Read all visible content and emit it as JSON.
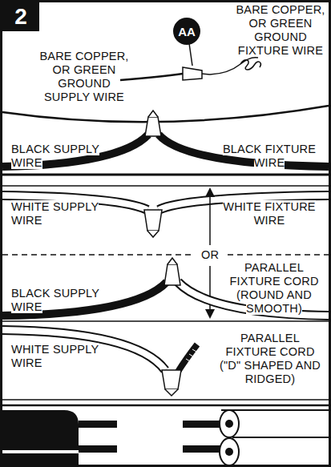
{
  "diagram": {
    "nodes": [
      {
        "text": [
          "2"
        ]
      },
      {
        "text": [
          "AA"
        ]
      }
    ],
    "labels": [
      "BARE COPPER, OR GREEN GROUND SUPPLY WIRE",
      "BARE COPPER, OR GREEN GROUND FIXTURE WIRE",
      "BLACK SUPPLY WIRE",
      "BLACK FIXTURE WIRE",
      "WHITE SUPPLY WIRE",
      "WHITE FIXTURE WIRE",
      "OR",
      "BLACK SUPPLY WIRE",
      "PARALLEL FIXTURE CORD (ROUND AND SMOOTH)",
      "WHITE SUPPLY WIRE",
      "PARALLEL FIXTURE CORD (\"D\" SHAPED AND RIDGED)"
    ]
  }
}
